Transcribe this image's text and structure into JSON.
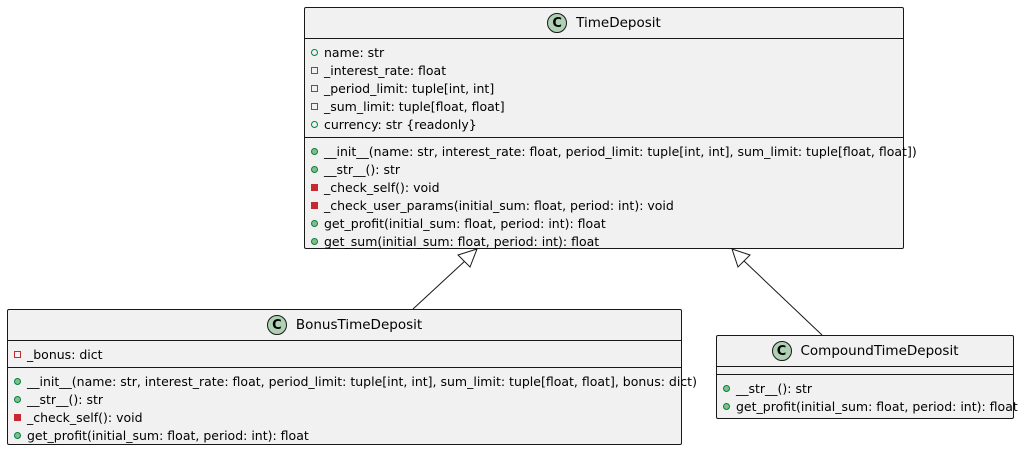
{
  "classes": {
    "time_deposit": {
      "stereotype": "C",
      "name": "TimeDeposit",
      "attributes": [
        {
          "vis": "public",
          "text": "name: str"
        },
        {
          "vis": "private",
          "text": "_interest_rate: float"
        },
        {
          "vis": "private",
          "text": "_period_limit: tuple[int, int]"
        },
        {
          "vis": "private",
          "text": "_sum_limit: tuple[float, float]"
        },
        {
          "vis": "public",
          "text": "currency: str {readonly}"
        }
      ],
      "methods": [
        {
          "vis": "public",
          "text": "__init__(name: str, interest_rate: float, period_limit: tuple[int, int], sum_limit: tuple[float, float])"
        },
        {
          "vis": "public",
          "text": "__str__(): str"
        },
        {
          "vis": "private",
          "text": "_check_self(): void"
        },
        {
          "vis": "private",
          "text": "_check_user_params(initial_sum: float, period: int): void"
        },
        {
          "vis": "public",
          "text": "get_profit(initial_sum: float, period: int): float"
        },
        {
          "vis": "public",
          "text": "get_sum(initial_sum: float, period: int): float"
        }
      ]
    },
    "bonus_time_deposit": {
      "stereotype": "C",
      "name": "BonusTimeDeposit",
      "attributes": [
        {
          "vis": "private",
          "text": "_bonus: dict"
        }
      ],
      "methods": [
        {
          "vis": "public",
          "text": "__init__(name: str, interest_rate: float, period_limit: tuple[int, int], sum_limit: tuple[float, float], bonus: dict)"
        },
        {
          "vis": "public",
          "text": "__str__(): str"
        },
        {
          "vis": "private",
          "text": "_check_self(): void"
        },
        {
          "vis": "public",
          "text": "get_profit(initial_sum: float, period: int): float"
        }
      ]
    },
    "compound_time_deposit": {
      "stereotype": "C",
      "name": "CompoundTimeDeposit",
      "attributes": [],
      "methods": [
        {
          "vis": "public",
          "text": "__str__(): str"
        },
        {
          "vis": "public",
          "text": "get_profit(initial_sum: float, period: int): float"
        }
      ]
    }
  },
  "relations": [
    {
      "type": "inheritance",
      "from": "BonusTimeDeposit",
      "to": "TimeDeposit"
    },
    {
      "type": "inheritance",
      "from": "CompoundTimeDeposit",
      "to": "TimeDeposit"
    }
  ],
  "colors": {
    "class_fill": "#f1f1f1",
    "class_border": "#181818",
    "badge_fill": "#add1b2",
    "public_marker": "#038048",
    "private_marker": "#c82930"
  }
}
